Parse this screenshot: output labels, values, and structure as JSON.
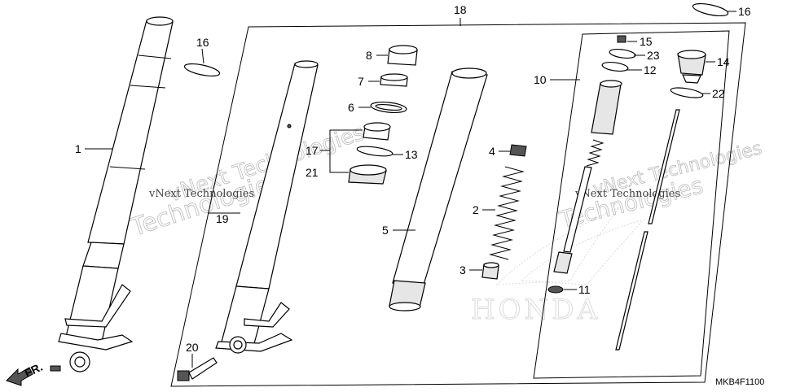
{
  "callouts": {
    "c1": "1",
    "c2": "2",
    "c3": "3",
    "c4": "4",
    "c5": "5",
    "c6": "6",
    "c7": "7",
    "c8": "8",
    "c10": "10",
    "c11": "11",
    "c12": "12",
    "c13": "13",
    "c14": "14",
    "c15": "15",
    "c16a": "16",
    "c16b": "16",
    "c17": "17",
    "c18": "18",
    "c19": "19",
    "c20": "20",
    "c21": "21",
    "c22": "22",
    "c23": "23"
  },
  "direction_label": "FR.",
  "diagram_code": "MKB4F1100",
  "watermarks": {
    "left_line1": "vNext Technologies",
    "left_line2": "Technologies",
    "right_line1": "vNext Technologies",
    "right_line2": "Technologies",
    "brand": "HONDA"
  }
}
